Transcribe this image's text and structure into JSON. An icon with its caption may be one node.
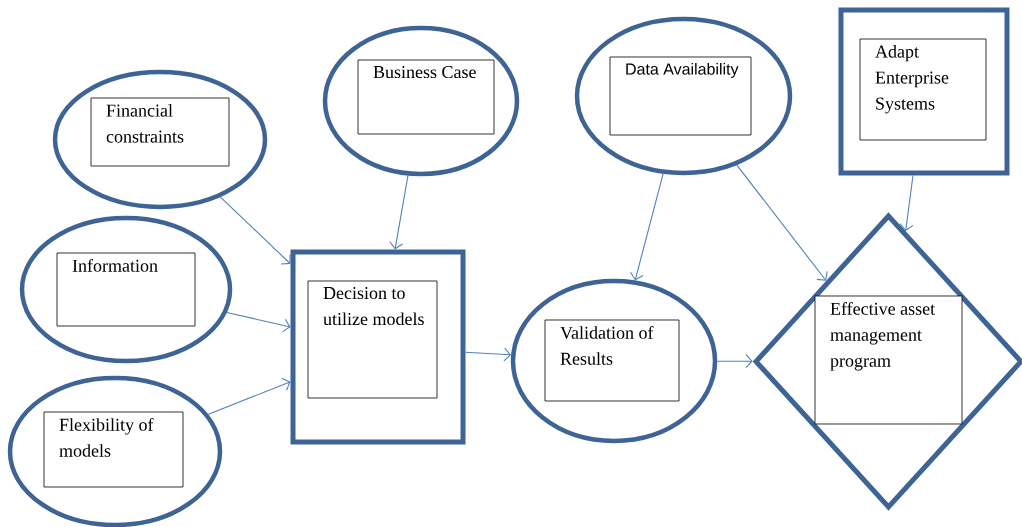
{
  "diagram": {
    "nodes": [
      {
        "text": [],
        "shape": "ellipse"
      },
      {
        "text": [
          "Financial constraints"
        ],
        "in": 0
      },
      {
        "text": [],
        "shape": "ellipse"
      },
      {
        "text": [
          "Business Case"
        ],
        "in": 2
      },
      {
        "text": [],
        "shape": "ellipse"
      },
      {
        "text": [
          "Information"
        ],
        "in": 4
      },
      {
        "text": [],
        "shape": "ellipse"
      },
      {
        "text": [
          "Flexibility of models"
        ],
        "in": 6
      },
      {
        "text": [],
        "shape": "box"
      },
      {
        "text": [
          "Decision to utilize models"
        ],
        "in": 8
      },
      {
        "text": [],
        "shape": "ellipse"
      },
      {
        "text": [
          "Data Availability"
        ],
        "in": 10
      },
      {
        "text": [],
        "shape": "ellipse"
      },
      {
        "text": [
          "Validation of Results"
        ],
        "in": 12
      },
      {
        "text": [],
        "shape": "box"
      },
      {
        "text": [
          "Adapt Enterprise Systems"
        ],
        "in": 14
      },
      {
        "text": [],
        "shape": "diamond"
      },
      {
        "text": [
          "Effective asset management program"
        ],
        "in": 16
      }
    ],
    "edges": [
      {
        "from": 0,
        "to": 8,
        "arrow": "to"
      },
      {
        "from": 2,
        "to": 8,
        "arrow": "to"
      },
      {
        "from": 4,
        "to": 8,
        "arrow": "to"
      },
      {
        "from": 6,
        "to": 8,
        "arrow": "to"
      },
      {
        "from": 8,
        "to": 12,
        "arrow": "to"
      },
      {
        "from": 10,
        "to": 12,
        "arrow": "to"
      },
      {
        "from": 10,
        "to": 16,
        "arrow": "to"
      },
      {
        "from": 12,
        "to": 16,
        "arrow": "to"
      },
      {
        "from": 14,
        "to": 16,
        "arrow": "to"
      }
    ]
  }
}
